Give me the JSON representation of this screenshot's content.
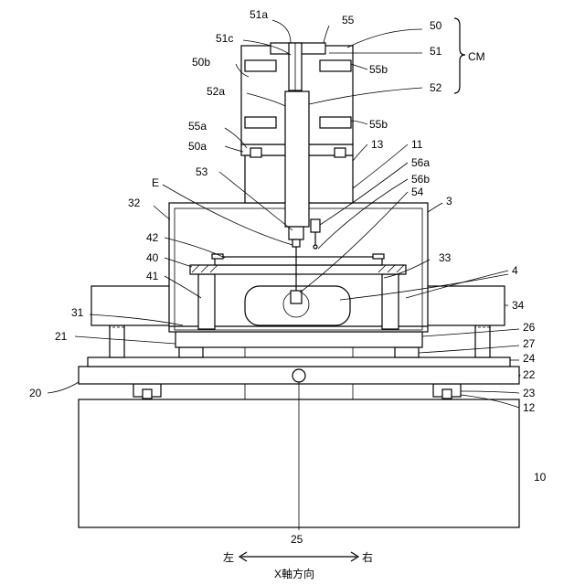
{
  "labels": {
    "l51a": "51a",
    "l55": "55",
    "l50": "50",
    "l51c": "51c",
    "l51": "51",
    "lCM": "CM",
    "l50b": "50b",
    "l55b_top": "55b",
    "l52a": "52a",
    "l52": "52",
    "l55a": "55a",
    "l55b_mid": "55b",
    "l50a": "50a",
    "l13": "13",
    "l11": "11",
    "l53": "53",
    "l56a": "56a",
    "lE": "E",
    "l56b": "56b",
    "l54": "54",
    "l32": "32",
    "l3": "3",
    "l42": "42",
    "l40": "40",
    "l33": "33",
    "l4": "4",
    "l41": "41",
    "l34": "34",
    "l31": "31",
    "l26": "26",
    "l21": "21",
    "l27": "27",
    "l24": "24",
    "l20": "20",
    "l22": "22",
    "l23": "23",
    "l12": "12",
    "l10": "10",
    "l25": "25"
  },
  "axis": {
    "left": "左",
    "right": "右",
    "caption": "X軸方向"
  }
}
